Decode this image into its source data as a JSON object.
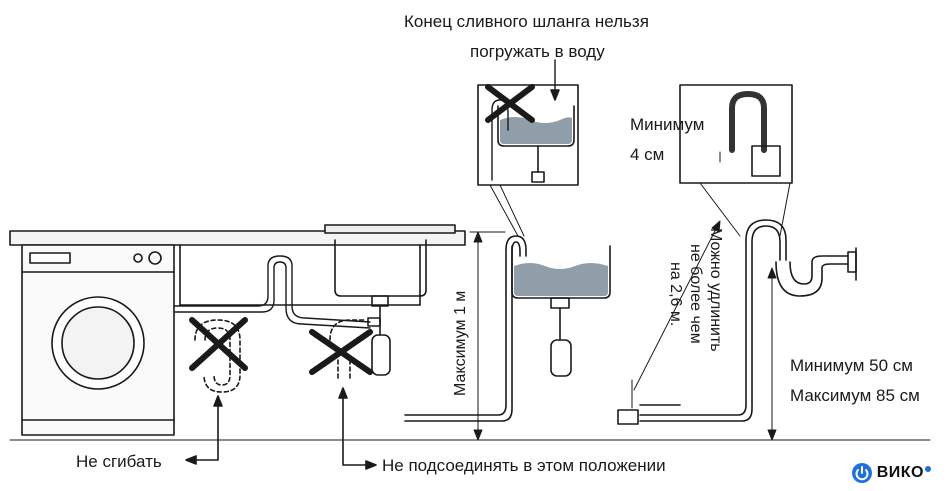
{
  "labels": {
    "no_submerge_line1": "Конец сливного шланга нельзя",
    "no_submerge_line2": "погружать в воду",
    "min4_line1": "Минимум",
    "min4_line2": "4 см",
    "max1m": "Максимум 1 м",
    "extend_line1": "Можно удлинить",
    "extend_line2": "не более чем",
    "extend_line3": "на 2,6 м.",
    "min50": "Минимум 50 см",
    "max85": "Максимум 85 см",
    "no_bend": "Не сгибать",
    "no_connect": "Не подсоединять в этом положении"
  },
  "watermark": "ВИКО",
  "colors": {
    "line": "#1a1a1a",
    "water": "#8f9ea8",
    "brand": "#1e6fe0"
  }
}
